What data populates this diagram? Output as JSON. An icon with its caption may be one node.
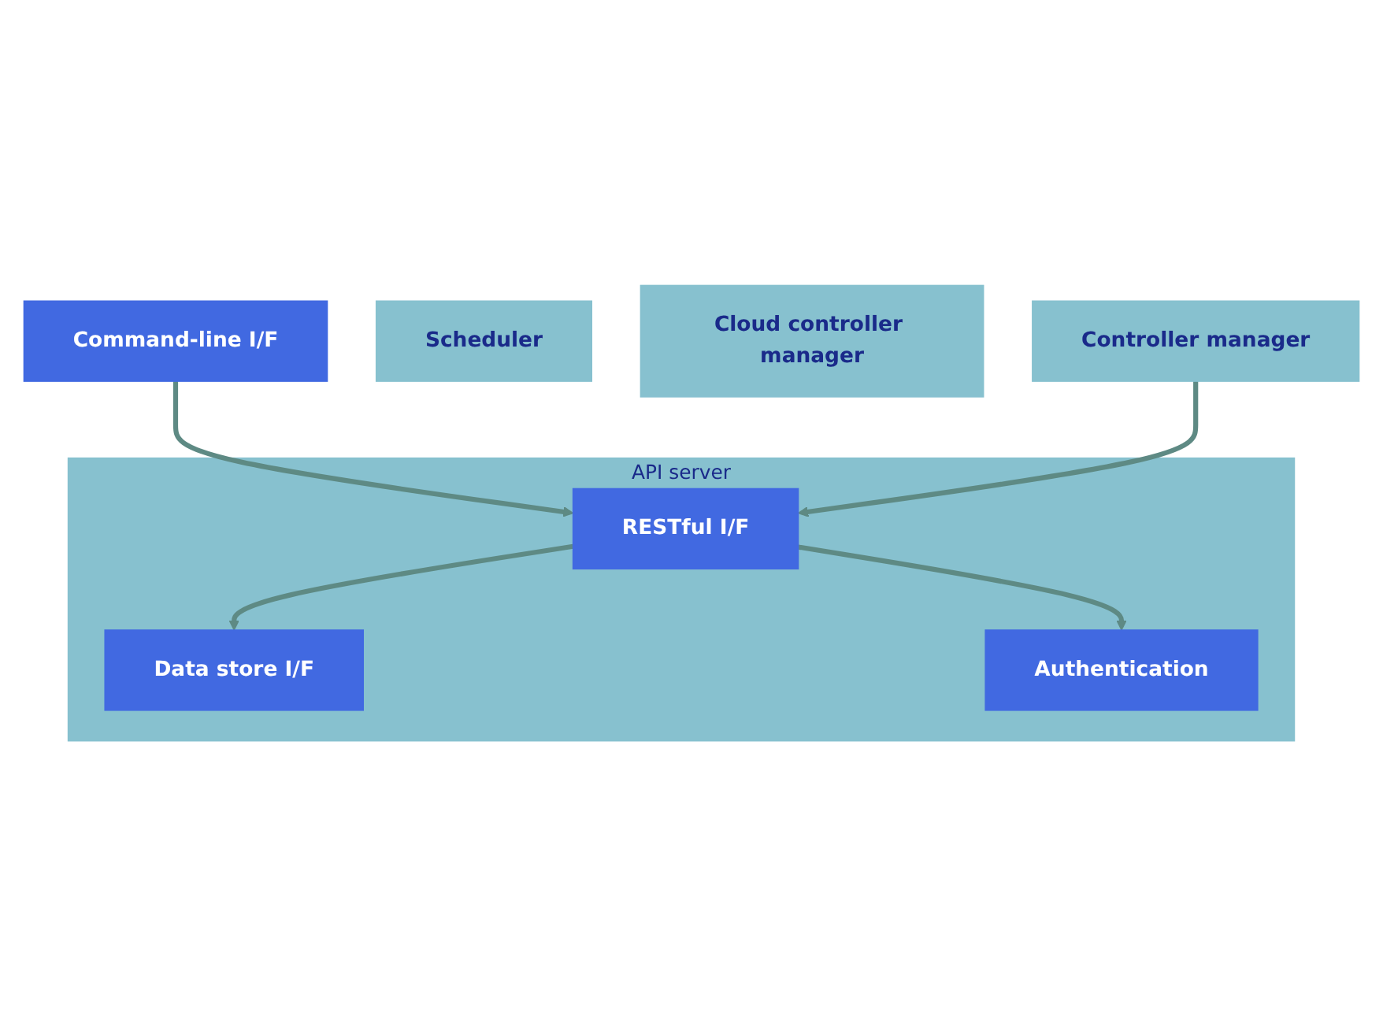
{
  "diagram": {
    "nodes": [
      {
        "text": [
          "Command-line I/F"
        ]
      },
      {
        "text": [
          "API server"
        ]
      },
      {
        "text": [
          "Data store I/F"
        ],
        "in": 1
      },
      {
        "text": [
          "RESTful I/F"
        ],
        "in": 1
      },
      {
        "text": [
          "Authentication"
        ],
        "in": 1
      },
      {
        "text": [
          "Scheduler"
        ]
      },
      {
        "text": [
          "Cloud controller manager"
        ]
      },
      {
        "text": [
          "Controller manager"
        ]
      }
    ],
    "edges": [
      {
        "from": 0,
        "to": 3,
        "arrow": "to"
      },
      {
        "from": 3,
        "to": 2,
        "arrow": "to"
      },
      {
        "from": 3,
        "to": 4,
        "arrow": "to"
      },
      {
        "from": 7,
        "to": 3,
        "arrow": "to"
      }
    ]
  }
}
